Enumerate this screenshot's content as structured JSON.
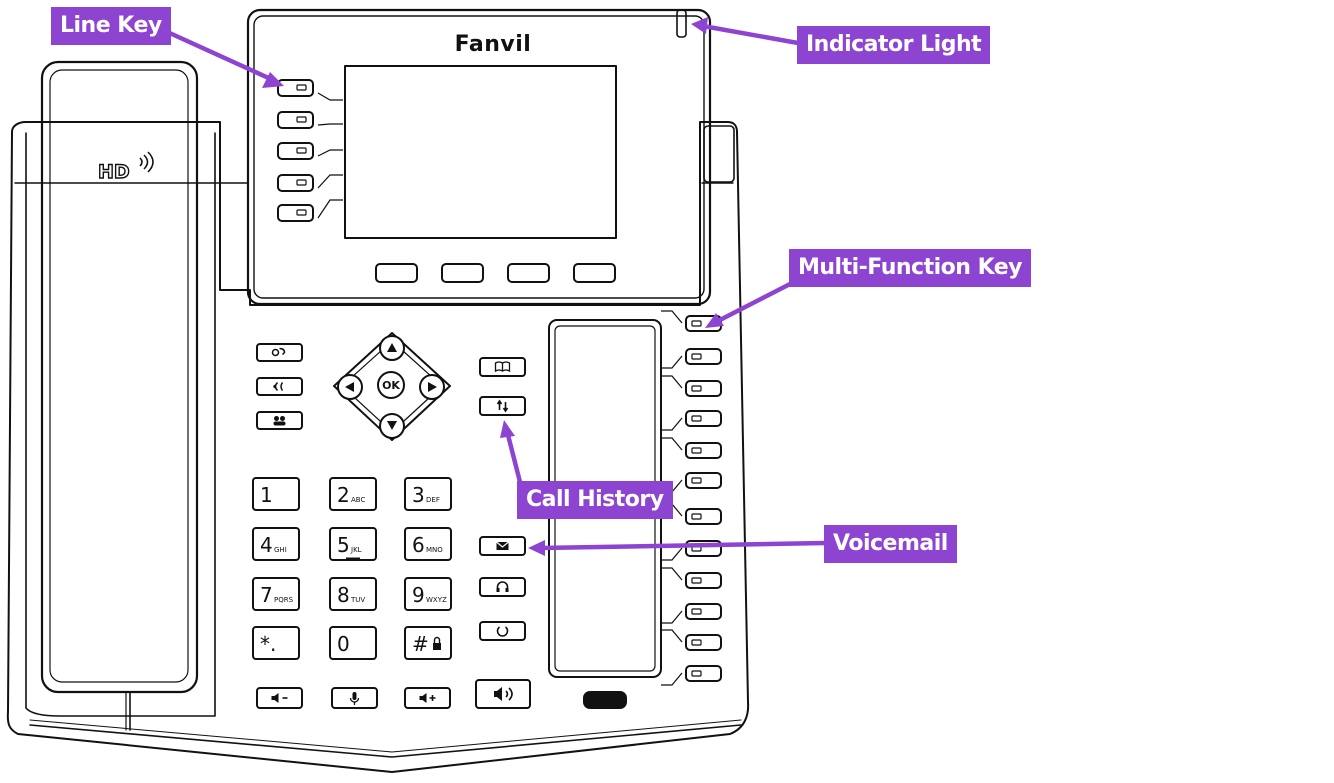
{
  "brand": "Fanvil",
  "handset": {
    "logo": "HD"
  },
  "callouts": {
    "line_key": "Line Key",
    "indicator_light": "Indicator Light",
    "multi_function_key": "Multi-Function Key",
    "call_history": "Call History",
    "voicemail": "Voicemail"
  },
  "keypad": [
    {
      "digit": "1",
      "letters": ""
    },
    {
      "digit": "2",
      "letters": "ABC"
    },
    {
      "digit": "3",
      "letters": "DEF"
    },
    {
      "digit": "4",
      "letters": "GHI"
    },
    {
      "digit": "5",
      "letters": "JKL"
    },
    {
      "digit": "6",
      "letters": "MNO"
    },
    {
      "digit": "7",
      "letters": "PQRS"
    },
    {
      "digit": "8",
      "letters": "TUV"
    },
    {
      "digit": "9",
      "letters": "WXYZ"
    },
    {
      "digit": "*.",
      "letters": ""
    },
    {
      "digit": "0",
      "letters": ""
    },
    {
      "digit": "#",
      "letters": ""
    }
  ],
  "nav": {
    "ok": "OK"
  },
  "colors": {
    "callout": "#8d44d1",
    "outline": "#111111",
    "background": "#ffffff"
  },
  "icons": {
    "left_function_keys": [
      "transfer-icon",
      "hold-icon",
      "conference-icon"
    ],
    "right_function_keys": [
      "phonebook-icon",
      "call-history-icon",
      "voicemail-icon",
      "headset-icon",
      "redial-icon"
    ],
    "bottom_keys": [
      "volume-down-icon",
      "mute-icon",
      "volume-up-icon",
      "speaker-icon"
    ]
  }
}
